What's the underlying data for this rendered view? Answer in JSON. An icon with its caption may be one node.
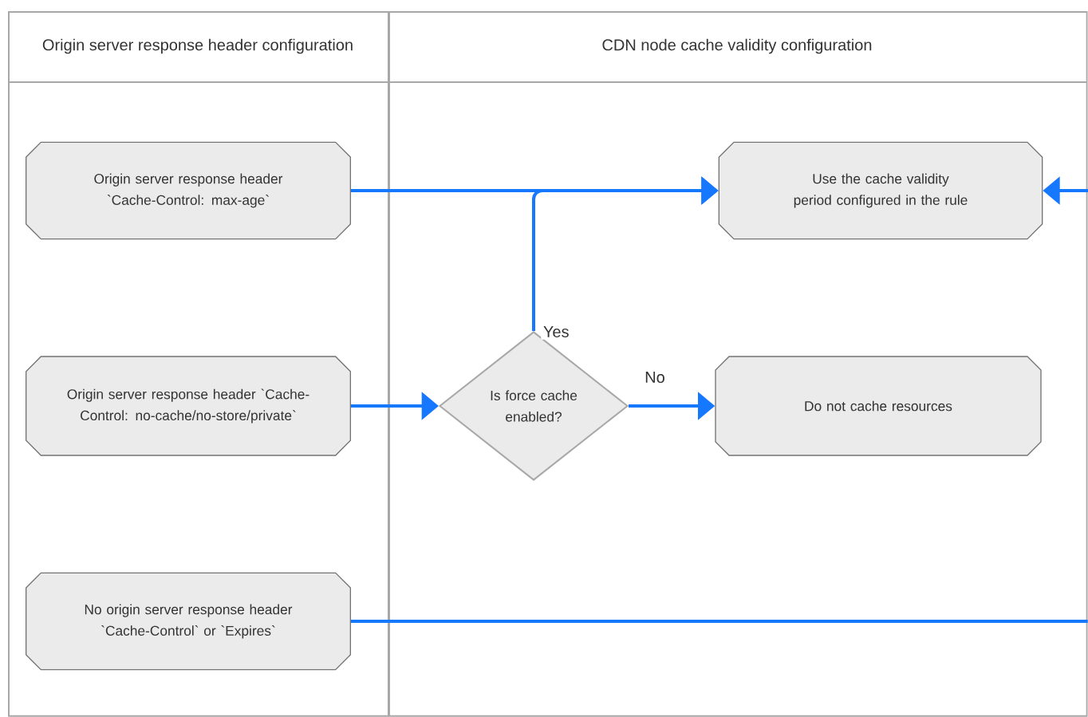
{
  "diagram": {
    "nodes": [
      {
        "text": [
          "Origin server response header configuration"
        ]
      },
      {
        "text": [
          "CDN node cache validity configuration"
        ]
      },
      {
        "text": [
          "Origin server response header `Cache-Control: max-age`"
        ],
        "in": 0
      },
      {
        "text": [
          "Origin server response header `Cache-Control: no-cache/no-store/private`"
        ],
        "in": 0
      },
      {
        "text": [
          "No origin server response header `Cache-Control` or `Expires`"
        ],
        "in": 0
      },
      {
        "text": [
          "Use the cache validity period configured in the rule"
        ],
        "in": 1
      },
      {
        "text": [
          "Is force cache enabled?"
        ],
        "in": 1
      },
      {
        "text": [
          "Do not cache resources"
        ],
        "in": 1
      }
    ],
    "edges": [
      {
        "from": 2,
        "to": 5,
        "arrow": "to"
      },
      {
        "from": 3,
        "to": 6,
        "arrow": "to"
      },
      {
        "from": 6,
        "to": 5,
        "arrow": "to",
        "label": "Yes"
      },
      {
        "from": 6,
        "to": 7,
        "arrow": "to",
        "label": "No"
      },
      {
        "from": 4,
        "to": 1,
        "arrow": "none"
      },
      {
        "from": null,
        "to": 5,
        "arrow": "to"
      }
    ]
  }
}
